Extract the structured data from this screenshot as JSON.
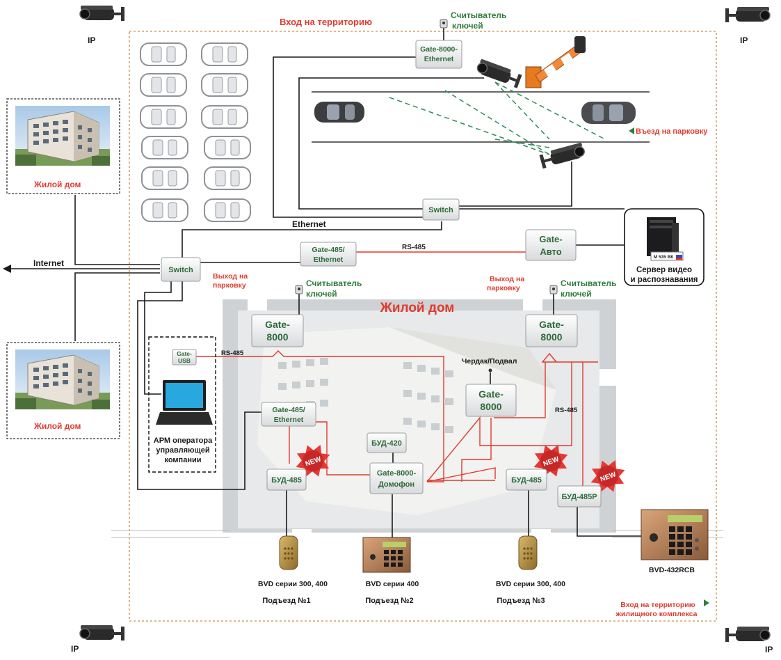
{
  "colors": {
    "box_text": "#2e6b3a",
    "red_line": "#e03a2f",
    "green_dash": "#2e8b57",
    "boundary": "#d9a066",
    "building_panel": "#c9ccce"
  },
  "labels": {
    "entrance_territory": "Вход на территорию",
    "ip": "IP",
    "key_reader": [
      "Считыватель",
      "ключей"
    ],
    "parking_entry": "Въезд на парковку",
    "parking_exit": [
      "Выход на",
      "парковку"
    ],
    "internet": "Internet",
    "ethernet": "Ethernet",
    "rs485": "RS-485",
    "residential_building": "Жилой дом",
    "attic_basement": "Чердак/Подвал",
    "server": [
      "Сервер видео",
      "и распознавания"
    ],
    "license_plate": "М 535 ВК",
    "operator_workstation": [
      "АРМ оператора",
      "управляющей",
      "компании"
    ],
    "new_badge": "NEW",
    "entrance_complex": [
      "Вход на территорию",
      "жилищного комплекса"
    ]
  },
  "devices": {
    "gate_8000_ethernet": [
      "Gate-8000-",
      "Ethernet"
    ],
    "switch": "Switch",
    "gate_485_ethernet": [
      "Gate-485/",
      "Ethernet"
    ],
    "gate_avto": [
      "Gate-",
      "Авто"
    ],
    "gate_8000": [
      "Gate-",
      "8000"
    ],
    "gate_usb": [
      "Gate-",
      "USB"
    ],
    "bud_420": "БУД-420",
    "gate_8000_domofon": [
      "Gate-8000-",
      "Домофон"
    ],
    "bud_485": "БУД-485",
    "bud_485p": "БУД-485Р"
  },
  "panels": {
    "bvd_300_400": "BVD серии 300, 400",
    "bvd_400": "BVD серии 400",
    "bvd_432rcb": "BVD-432RCB",
    "entrance_1": "Подъезд №1",
    "entrance_2": "Подъезд №2",
    "entrance_3": "Подъезд №3"
  },
  "icons": {
    "camera": "cctv-camera-icon",
    "car": "car-icon",
    "barrier": "barrier-gate-icon",
    "server": "server-icon",
    "laptop": "laptop-icon",
    "building": "building-photo-icon",
    "intercom": "intercom-panel-icon",
    "badge": "new-badge-icon",
    "arrow": "arrow-icon"
  }
}
